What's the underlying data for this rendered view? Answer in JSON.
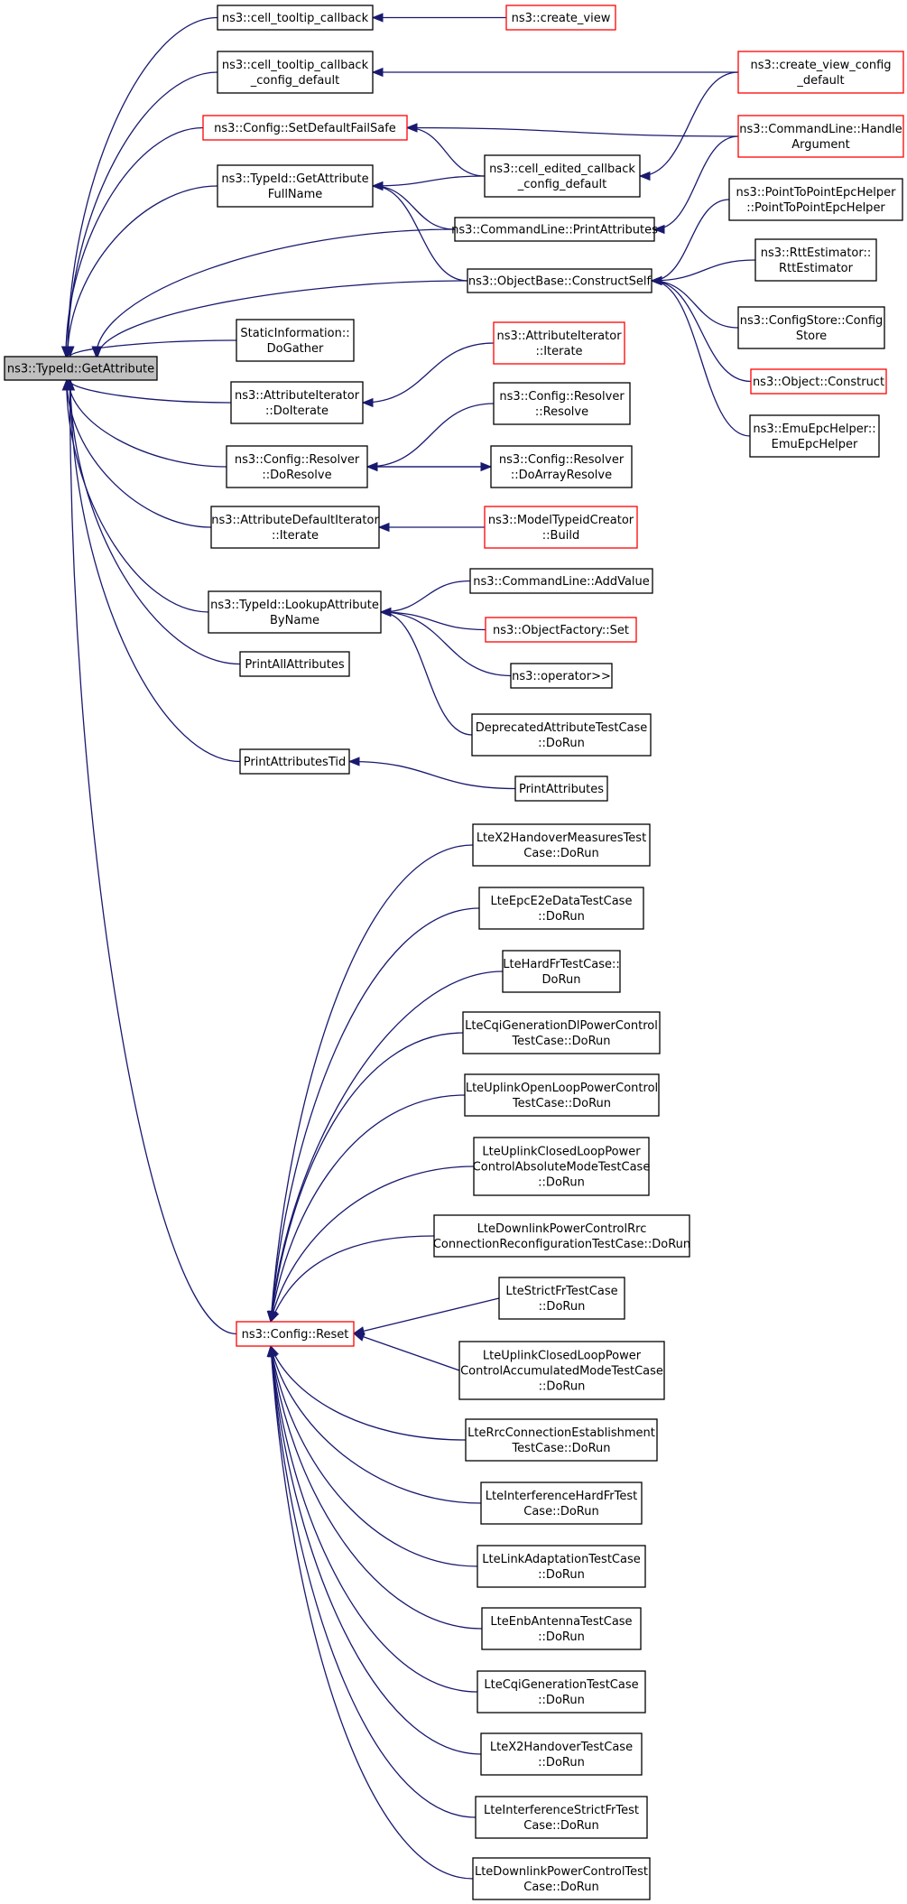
{
  "colors": {
    "edge": "#191970",
    "node_border": "#000000",
    "truncated_border": "#ff0000",
    "root_fill": "#bfbfbf",
    "node_fill": "#ffffff"
  },
  "nodes": [
    {
      "id": "root",
      "lines": [
        "ns3::TypeId::GetAttribute"
      ],
      "style": "root"
    },
    {
      "id": "cell_tooltip",
      "lines": [
        "ns3::cell_tooltip_callback"
      ],
      "style": "normal"
    },
    {
      "id": "create_view",
      "lines": [
        "ns3::create_view"
      ],
      "style": "truncated"
    },
    {
      "id": "cell_tooltip_cfg",
      "lines": [
        "ns3::cell_tooltip_callback",
        "_config_default"
      ],
      "style": "normal"
    },
    {
      "id": "create_view_cfg",
      "lines": [
        "ns3::create_view_config",
        "_default"
      ],
      "style": "truncated"
    },
    {
      "id": "set_default_failsafe",
      "lines": [
        "ns3::Config::SetDefaultFailSafe"
      ],
      "style": "truncated"
    },
    {
      "id": "handle_argument",
      "lines": [
        "ns3::CommandLine::Handle",
        "Argument"
      ],
      "style": "truncated"
    },
    {
      "id": "cell_edited_cfg",
      "lines": [
        "ns3::cell_edited_callback",
        "_config_default"
      ],
      "style": "normal"
    },
    {
      "id": "get_attr_fullname",
      "lines": [
        "ns3::TypeId::GetAttribute",
        "FullName"
      ],
      "style": "normal"
    },
    {
      "id": "cmdline_print_attrs",
      "lines": [
        "ns3::CommandLine::PrintAttributes"
      ],
      "style": "normal"
    },
    {
      "id": "p2p_epc_helper",
      "lines": [
        "ns3::PointToPointEpcHelper",
        "::PointToPointEpcHelper"
      ],
      "style": "normal"
    },
    {
      "id": "objectbase_construct",
      "lines": [
        "ns3::ObjectBase::ConstructSelf"
      ],
      "style": "normal"
    },
    {
      "id": "rtt_estimator",
      "lines": [
        "ns3::RttEstimator::",
        "RttEstimator"
      ],
      "style": "normal"
    },
    {
      "id": "configstore",
      "lines": [
        "ns3::ConfigStore::Config",
        "Store"
      ],
      "style": "normal"
    },
    {
      "id": "static_info",
      "lines": [
        "StaticInformation::",
        "DoGather"
      ],
      "style": "normal"
    },
    {
      "id": "attr_iter_iterate",
      "lines": [
        "ns3::AttributeIterator",
        "::Iterate"
      ],
      "style": "truncated"
    },
    {
      "id": "object_construct",
      "lines": [
        "ns3::Object::Construct"
      ],
      "style": "truncated"
    },
    {
      "id": "attr_iter_doiterate",
      "lines": [
        "ns3::AttributeIterator",
        "::DoIterate"
      ],
      "style": "normal"
    },
    {
      "id": "resolver_resolve",
      "lines": [
        "ns3::Config::Resolver",
        "::Resolve"
      ],
      "style": "normal"
    },
    {
      "id": "emu_epc_helper",
      "lines": [
        "ns3::EmuEpcHelper::",
        "EmuEpcHelper"
      ],
      "style": "normal"
    },
    {
      "id": "resolver_doresolve",
      "lines": [
        "ns3::Config::Resolver",
        "::DoResolve"
      ],
      "style": "normal"
    },
    {
      "id": "resolver_doarray",
      "lines": [
        "ns3::Config::Resolver",
        "::DoArrayResolve"
      ],
      "style": "normal"
    },
    {
      "id": "attr_default_iter",
      "lines": [
        "ns3::AttributeDefaultIterator",
        "::Iterate"
      ],
      "style": "normal"
    },
    {
      "id": "model_typeid_build",
      "lines": [
        "ns3::ModelTypeidCreator",
        "::Build"
      ],
      "style": "truncated"
    },
    {
      "id": "cmdline_addvalue",
      "lines": [
        "ns3::CommandLine::AddValue"
      ],
      "style": "normal"
    },
    {
      "id": "lookup_attr_byname",
      "lines": [
        "ns3::TypeId::LookupAttribute",
        "ByName"
      ],
      "style": "normal"
    },
    {
      "id": "objectfactory_set",
      "lines": [
        "ns3::ObjectFactory::Set"
      ],
      "style": "truncated"
    },
    {
      "id": "print_all_attrs",
      "lines": [
        "PrintAllAttributes"
      ],
      "style": "normal"
    },
    {
      "id": "operator_shift",
      "lines": [
        "ns3::operator>>"
      ],
      "style": "normal"
    },
    {
      "id": "deprecated_attr_test",
      "lines": [
        "DeprecatedAttributeTestCase",
        "::DoRun"
      ],
      "style": "normal"
    },
    {
      "id": "print_attrs_tid",
      "lines": [
        "PrintAttributesTid"
      ],
      "style": "normal"
    },
    {
      "id": "print_attrs",
      "lines": [
        "PrintAttributes"
      ],
      "style": "normal"
    },
    {
      "id": "lte_x2_measures",
      "lines": [
        "LteX2HandoverMeasuresTest",
        "Case::DoRun"
      ],
      "style": "normal"
    },
    {
      "id": "lte_epc_e2e",
      "lines": [
        "LteEpcE2eDataTestCase",
        "::DoRun"
      ],
      "style": "normal"
    },
    {
      "id": "lte_hard_fr",
      "lines": [
        "LteHardFrTestCase::",
        "DoRun"
      ],
      "style": "normal"
    },
    {
      "id": "lte_cqi_dl_power",
      "lines": [
        "LteCqiGenerationDlPowerControl",
        "TestCase::DoRun"
      ],
      "style": "normal"
    },
    {
      "id": "lte_ul_open_loop",
      "lines": [
        "LteUplinkOpenLoopPowerControl",
        "TestCase::DoRun"
      ],
      "style": "normal"
    },
    {
      "id": "lte_ul_closed_abs",
      "lines": [
        "LteUplinkClosedLoopPower",
        "ControlAbsoluteModeTestCase",
        "::DoRun"
      ],
      "style": "normal"
    },
    {
      "id": "lte_dl_power_rrc",
      "lines": [
        "LteDownlinkPowerControlRrc",
        "ConnectionReconfigurationTestCase::DoRun"
      ],
      "style": "normal"
    },
    {
      "id": "lte_strict_fr",
      "lines": [
        "LteStrictFrTestCase",
        "::DoRun"
      ],
      "style": "normal"
    },
    {
      "id": "config_reset",
      "lines": [
        "ns3::Config::Reset"
      ],
      "style": "truncated"
    },
    {
      "id": "lte_ul_closed_acc",
      "lines": [
        "LteUplinkClosedLoopPower",
        "ControlAccumulatedModeTestCase",
        "::DoRun"
      ],
      "style": "normal"
    },
    {
      "id": "lte_rrc_conn",
      "lines": [
        "LteRrcConnectionEstablishment",
        "TestCase::DoRun"
      ],
      "style": "normal"
    },
    {
      "id": "lte_interf_hard_fr",
      "lines": [
        "LteInterferenceHardFrTest",
        "Case::DoRun"
      ],
      "style": "normal"
    },
    {
      "id": "lte_link_adapt",
      "lines": [
        "LteLinkAdaptationTestCase",
        "::DoRun"
      ],
      "style": "normal"
    },
    {
      "id": "lte_enb_antenna",
      "lines": [
        "LteEnbAntennaTestCase",
        "::DoRun"
      ],
      "style": "normal"
    },
    {
      "id": "lte_cqi_gen",
      "lines": [
        "LteCqiGenerationTestCase",
        "::DoRun"
      ],
      "style": "normal"
    },
    {
      "id": "lte_x2_handover",
      "lines": [
        "LteX2HandoverTestCase",
        "::DoRun"
      ],
      "style": "normal"
    },
    {
      "id": "lte_interf_strict_fr",
      "lines": [
        "LteInterferenceStrictFrTest",
        "Case::DoRun"
      ],
      "style": "normal"
    },
    {
      "id": "lte_dl_power_test",
      "lines": [
        "LteDownlinkPowerControlTest",
        "Case::DoRun"
      ],
      "style": "normal"
    }
  ],
  "edges": [
    {
      "from": "cell_tooltip",
      "to": "root"
    },
    {
      "from": "create_view",
      "to": "cell_tooltip"
    },
    {
      "from": "cell_tooltip_cfg",
      "to": "root"
    },
    {
      "from": "create_view_cfg",
      "to": "cell_tooltip_cfg"
    },
    {
      "from": "set_default_failsafe",
      "to": "root"
    },
    {
      "from": "handle_argument",
      "to": "set_default_failsafe"
    },
    {
      "from": "cell_edited_cfg",
      "to": "set_default_failsafe"
    },
    {
      "from": "create_view_cfg",
      "to": "cell_edited_cfg"
    },
    {
      "from": "get_attr_fullname",
      "to": "root"
    },
    {
      "from": "cell_edited_cfg",
      "to": "get_attr_fullname"
    },
    {
      "from": "cmdline_print_attrs",
      "to": "get_attr_fullname"
    },
    {
      "from": "objectbase_construct",
      "to": "get_attr_fullname"
    },
    {
      "from": "cmdline_print_attrs",
      "to": "root"
    },
    {
      "from": "handle_argument",
      "to": "cmdline_print_attrs"
    },
    {
      "from": "objectbase_construct",
      "to": "root"
    },
    {
      "from": "p2p_epc_helper",
      "to": "objectbase_construct"
    },
    {
      "from": "rtt_estimator",
      "to": "objectbase_construct"
    },
    {
      "from": "configstore",
      "to": "objectbase_construct"
    },
    {
      "from": "object_construct",
      "to": "objectbase_construct"
    },
    {
      "from": "emu_epc_helper",
      "to": "objectbase_construct"
    },
    {
      "from": "static_info",
      "to": "root"
    },
    {
      "from": "attr_iter_doiterate",
      "to": "root"
    },
    {
      "from": "attr_iter_iterate",
      "to": "attr_iter_doiterate"
    },
    {
      "from": "resolver_doresolve",
      "to": "root"
    },
    {
      "from": "resolver_resolve",
      "to": "resolver_doresolve"
    },
    {
      "from": "resolver_doarray",
      "to": "resolver_doresolve"
    },
    {
      "from": "resolver_doresolve",
      "to": "resolver_doarray"
    },
    {
      "from": "attr_default_iter",
      "to": "root"
    },
    {
      "from": "model_typeid_build",
      "to": "attr_default_iter"
    },
    {
      "from": "lookup_attr_byname",
      "to": "root"
    },
    {
      "from": "cmdline_addvalue",
      "to": "lookup_attr_byname"
    },
    {
      "from": "objectfactory_set",
      "to": "lookup_attr_byname"
    },
    {
      "from": "operator_shift",
      "to": "lookup_attr_byname"
    },
    {
      "from": "deprecated_attr_test",
      "to": "lookup_attr_byname"
    },
    {
      "from": "print_all_attrs",
      "to": "root"
    },
    {
      "from": "print_attrs_tid",
      "to": "root"
    },
    {
      "from": "print_attrs",
      "to": "print_attrs_tid"
    },
    {
      "from": "config_reset",
      "to": "root"
    },
    {
      "from": "lte_x2_measures",
      "to": "config_reset"
    },
    {
      "from": "lte_epc_e2e",
      "to": "config_reset"
    },
    {
      "from": "lte_hard_fr",
      "to": "config_reset"
    },
    {
      "from": "lte_cqi_dl_power",
      "to": "config_reset"
    },
    {
      "from": "lte_ul_open_loop",
      "to": "config_reset"
    },
    {
      "from": "lte_ul_closed_abs",
      "to": "config_reset"
    },
    {
      "from": "lte_dl_power_rrc",
      "to": "config_reset"
    },
    {
      "from": "lte_strict_fr",
      "to": "config_reset"
    },
    {
      "from": "lte_ul_closed_acc",
      "to": "config_reset"
    },
    {
      "from": "lte_rrc_conn",
      "to": "config_reset"
    },
    {
      "from": "lte_interf_hard_fr",
      "to": "config_reset"
    },
    {
      "from": "lte_link_adapt",
      "to": "config_reset"
    },
    {
      "from": "lte_enb_antenna",
      "to": "config_reset"
    },
    {
      "from": "lte_cqi_gen",
      "to": "config_reset"
    },
    {
      "from": "lte_x2_handover",
      "to": "config_reset"
    },
    {
      "from": "lte_interf_strict_fr",
      "to": "config_reset"
    },
    {
      "from": "lte_dl_power_test",
      "to": "config_reset"
    }
  ]
}
